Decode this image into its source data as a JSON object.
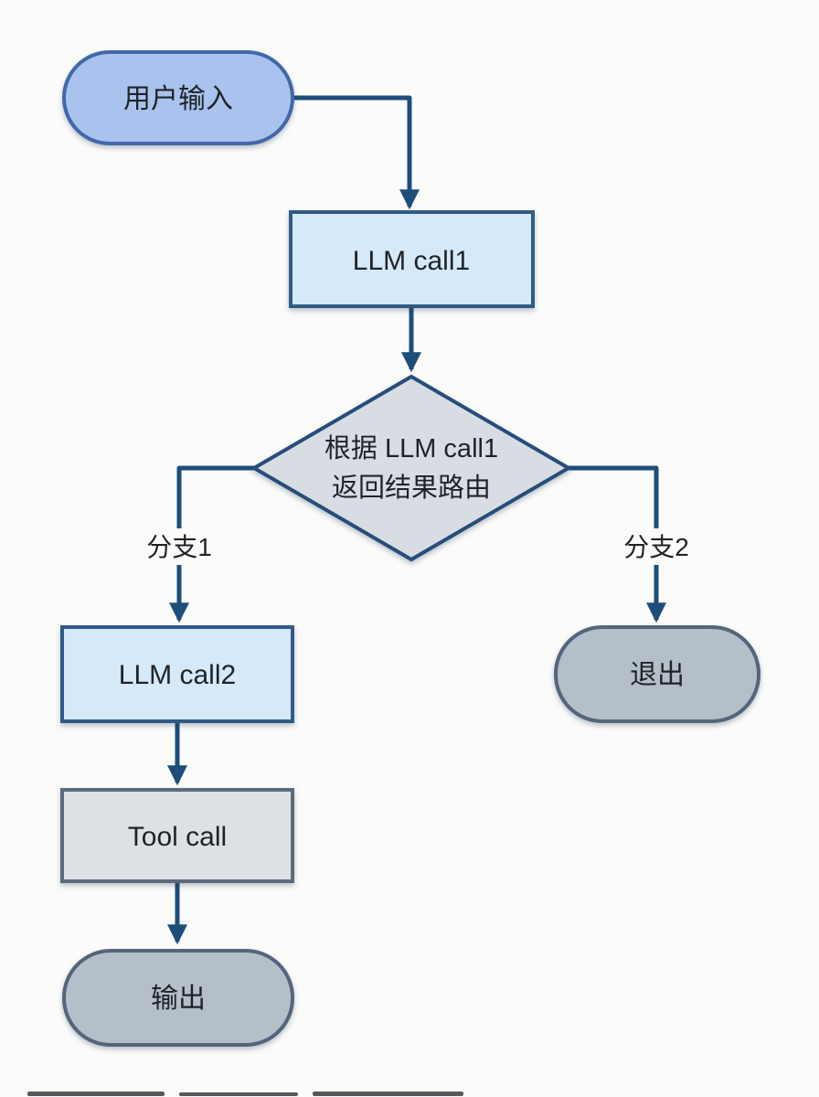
{
  "diagram": {
    "type": "flowchart",
    "colors": {
      "background": "#fbfbfa",
      "line": "#1d4e79",
      "text": "#1f2328"
    },
    "nodes": {
      "start": {
        "shape": "stadium",
        "label": "用户输入",
        "fill": "#a9c3ee",
        "stroke": "#4168a8"
      },
      "llm1": {
        "shape": "rect",
        "label": "LLM call1",
        "fill": "#d6e9f8",
        "stroke": "#2f5b84"
      },
      "route": {
        "shape": "diamond",
        "label": [
          "根据 LLM call1",
          "返回结果路由"
        ],
        "fill": "#d8dde3",
        "stroke": "#274d7b"
      },
      "llm2": {
        "shape": "rect",
        "label": "LLM call2",
        "fill": "#d6e9f8",
        "stroke": "#2f5b84"
      },
      "exit": {
        "shape": "stadium",
        "label": "退出",
        "fill": "#b4bfc9",
        "stroke": "#54657b"
      },
      "tool": {
        "shape": "rect",
        "label": "Tool call",
        "fill": "#dde1e6",
        "stroke": "#5c6b7c"
      },
      "output": {
        "shape": "stadium",
        "label": "输出",
        "fill": "#b4bfc9",
        "stroke": "#54657b"
      }
    },
    "edges": [
      {
        "from": "start",
        "to": "llm1",
        "label": ""
      },
      {
        "from": "llm1",
        "to": "route",
        "label": ""
      },
      {
        "from": "route",
        "to": "llm2",
        "label": "分支1"
      },
      {
        "from": "route",
        "to": "exit",
        "label": "分支2"
      },
      {
        "from": "llm2",
        "to": "tool",
        "label": ""
      },
      {
        "from": "tool",
        "to": "output",
        "label": ""
      }
    ]
  }
}
